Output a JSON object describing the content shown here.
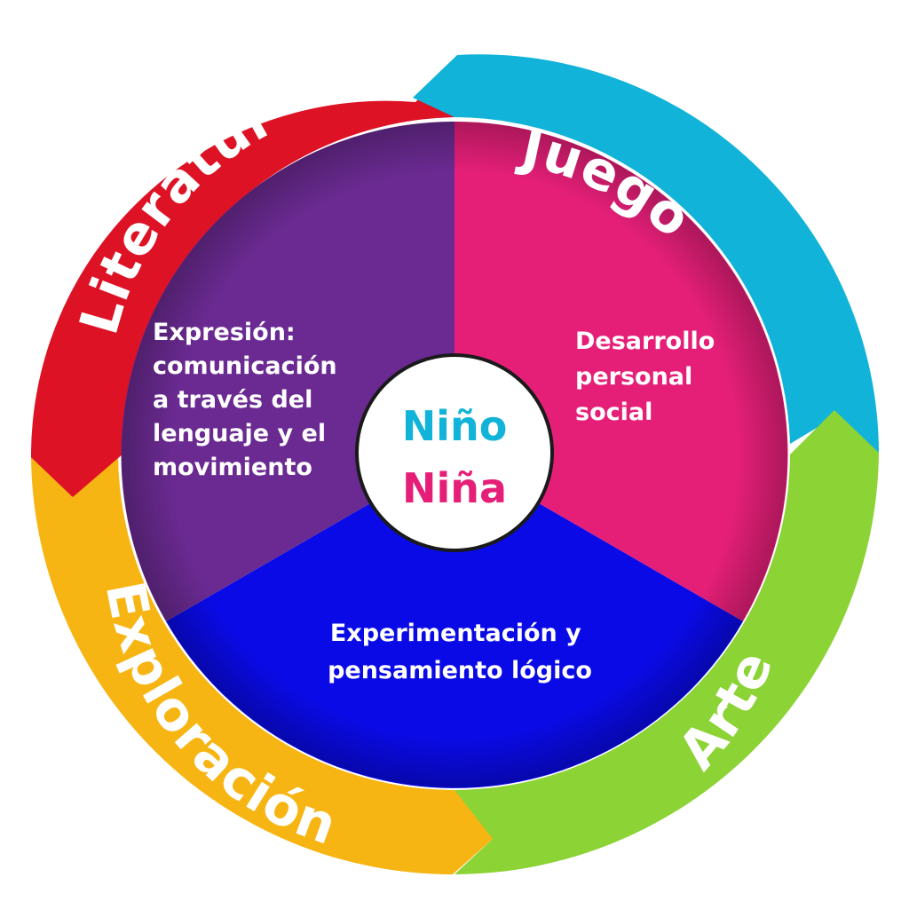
{
  "ring": {
    "segments": [
      {
        "id": "juego",
        "label": "Juego",
        "color": "#12b3d9"
      },
      {
        "id": "arte",
        "label": "Arte",
        "color": "#8cd336"
      },
      {
        "id": "exploracion",
        "label": "Exploración",
        "color": "#f7b514"
      },
      {
        "id": "literatura",
        "label": "Literatura",
        "color": "#dd1224"
      }
    ]
  },
  "sectors": {
    "personal": {
      "lines": [
        "Desarrollo",
        "personal",
        "social"
      ],
      "color": "#e51f78"
    },
    "logico": {
      "lines": [
        "Experimentación y",
        "pensamiento lógico"
      ],
      "color": "#0a0ae6"
    },
    "expresion": {
      "lines": [
        "Expresión:",
        "comunicación",
        "a través del",
        "lenguaje y el",
        "movimiento"
      ],
      "color": "#6a2a91"
    }
  },
  "center": {
    "line1": "Niño",
    "line2": "Niña",
    "color1": "#12b3d9",
    "color2": "#e51f78"
  }
}
